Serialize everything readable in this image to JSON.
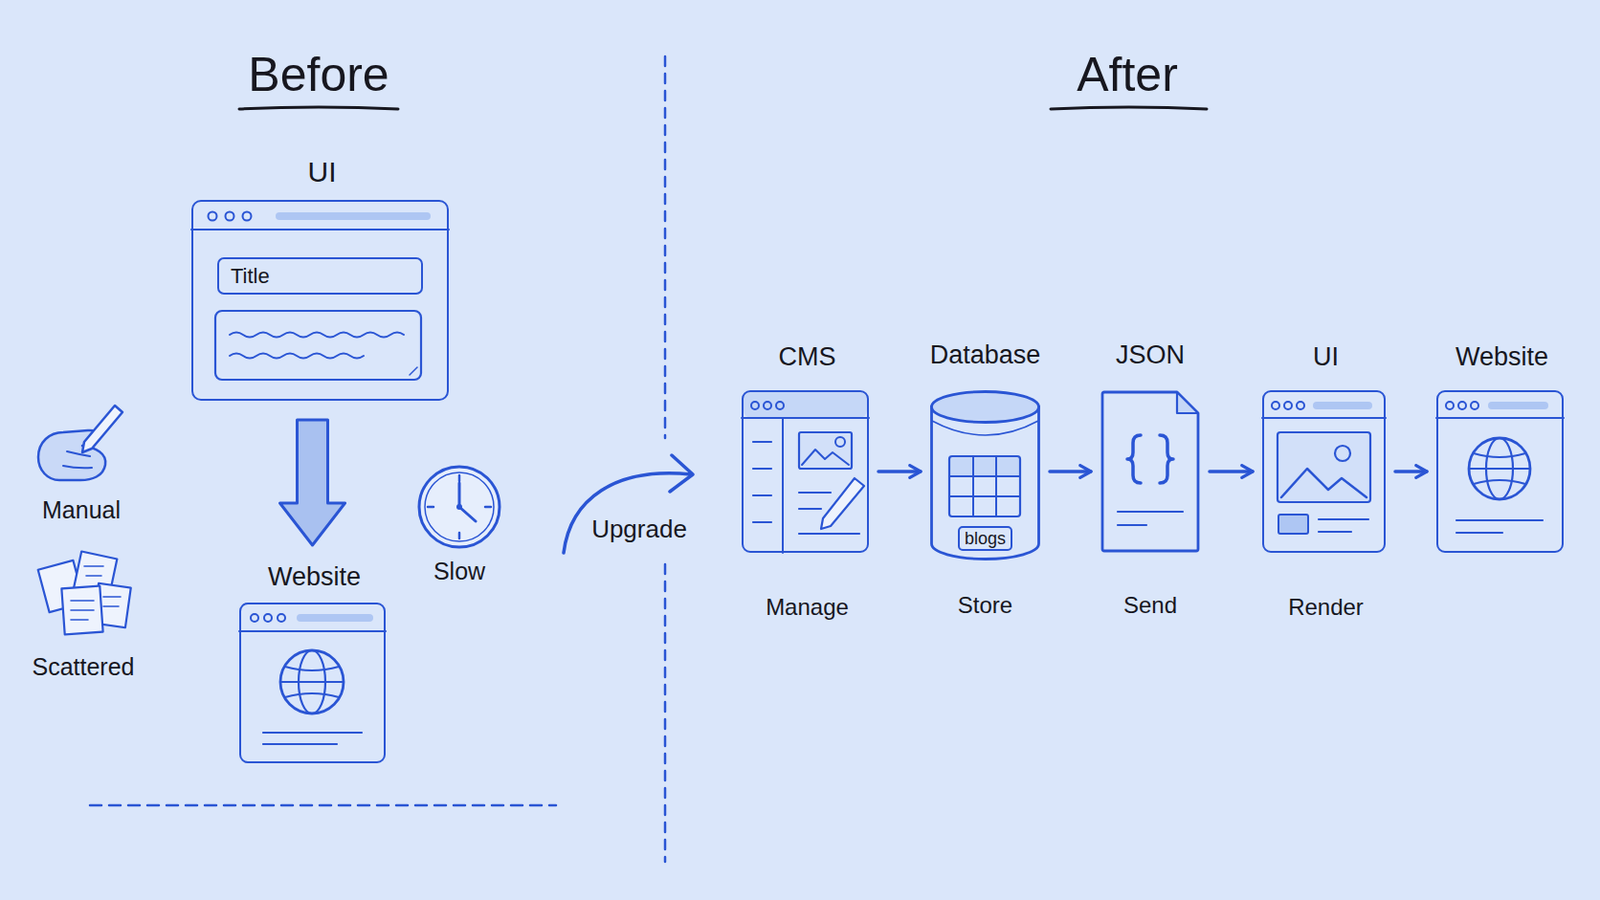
{
  "diagram": {
    "nodes": [
      {
        "text": [
          "UI"
        ]
      },
      {
        "text": [
          "Title"
        ],
        "in": 0
      },
      {
        "text": [
          "Website"
        ]
      },
      {
        "text": [
          "CMS",
          "Manage"
        ]
      },
      {
        "text": [
          "Database",
          "Store"
        ]
      },
      {
        "text": [
          "blogs"
        ],
        "in": 4
      },
      {
        "text": [
          "JSON",
          "Send"
        ]
      },
      {
        "text": [
          "UI",
          "Render"
        ]
      },
      {
        "text": [
          "Website"
        ]
      }
    ],
    "edges": [
      {
        "from": 0,
        "to": 2,
        "arrow": "to"
      },
      {
        "from": 3,
        "to": 4,
        "arrow": "to"
      },
      {
        "from": 4,
        "to": 6,
        "arrow": "to"
      },
      {
        "from": 6,
        "to": 7,
        "arrow": "to"
      },
      {
        "from": 7,
        "to": 8,
        "arrow": "to"
      }
    ],
    "labels": [
      "Before",
      "After",
      "Manual",
      "Scattered",
      "Slow",
      "Upgrade"
    ]
  }
}
